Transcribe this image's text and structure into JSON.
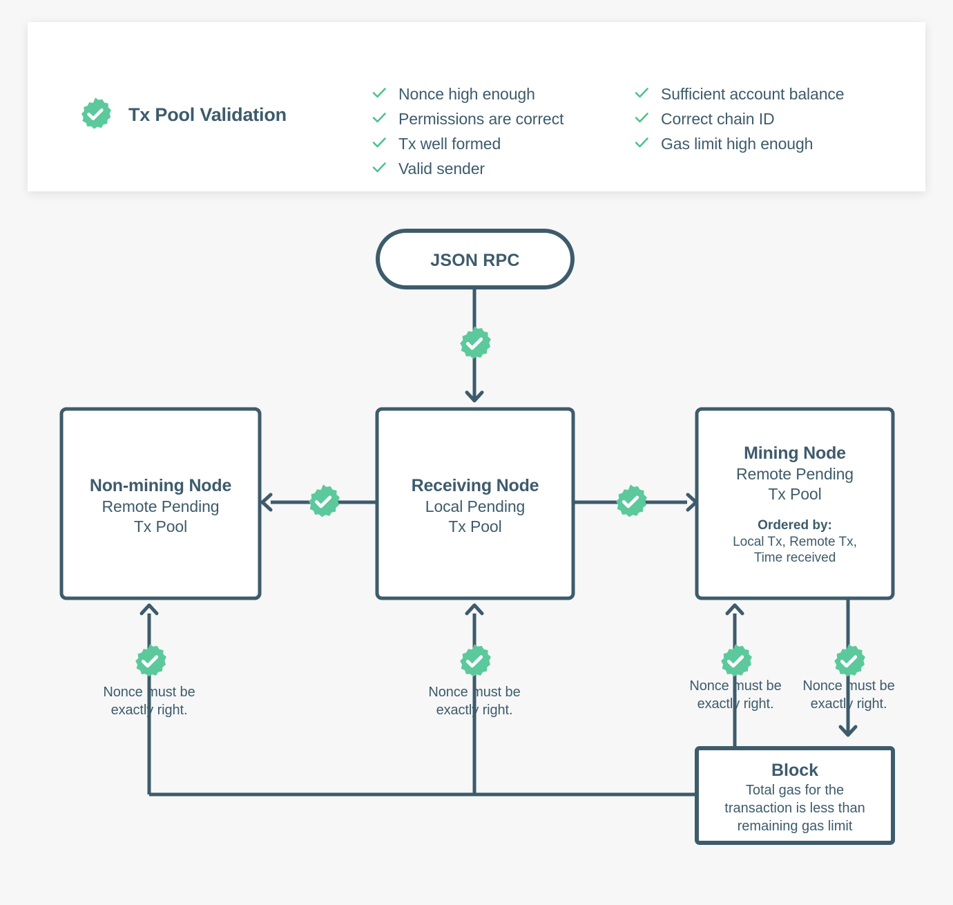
{
  "page": {
    "background_color": "#f7f7f7",
    "accent_green": "#5bc99c",
    "line_color": "#3d5b6b",
    "text_color": "#3d5b6b"
  },
  "validation_card": {
    "badge_icon": "check-rosette-icon",
    "title": "Tx Pool Validation",
    "columns": [
      {
        "items": [
          "Nonce high enough",
          "Permissions are correct",
          "Tx well formed",
          "Valid sender"
        ]
      },
      {
        "items": [
          "Sufficient account balance",
          "Correct chain ID",
          "Gas limit high enough"
        ]
      }
    ]
  },
  "diagram": {
    "entry": {
      "label": "JSON RPC"
    },
    "nodes": {
      "non_mining": {
        "title": "Non-mining Node",
        "sub_line1": "Remote Pending",
        "sub_line2": "Tx Pool"
      },
      "receiving": {
        "title": "Receiving Node",
        "sub_line1": "Local Pending",
        "sub_line2": "Tx Pool"
      },
      "mining": {
        "title": "Mining Node",
        "sub_line1": "Remote Pending",
        "sub_line2": "Tx Pool",
        "ordered_by_label": "Ordered by:",
        "ordered_by_line1": "Local Tx, Remote Tx,",
        "ordered_by_line2": "Time received"
      },
      "block": {
        "title": "Block",
        "sub_line1": "Total gas for the",
        "sub_line2": "transaction is less than",
        "sub_line3": "remaining gas limit"
      }
    },
    "nonce_notes": {
      "line1": "Nonce must be",
      "line2": "exactly right."
    },
    "edge_badges": [
      "check-rosette-icon",
      "check-rosette-icon",
      "check-rosette-icon",
      "check-rosette-icon",
      "check-rosette-icon",
      "check-rosette-icon",
      "check-rosette-icon"
    ]
  }
}
